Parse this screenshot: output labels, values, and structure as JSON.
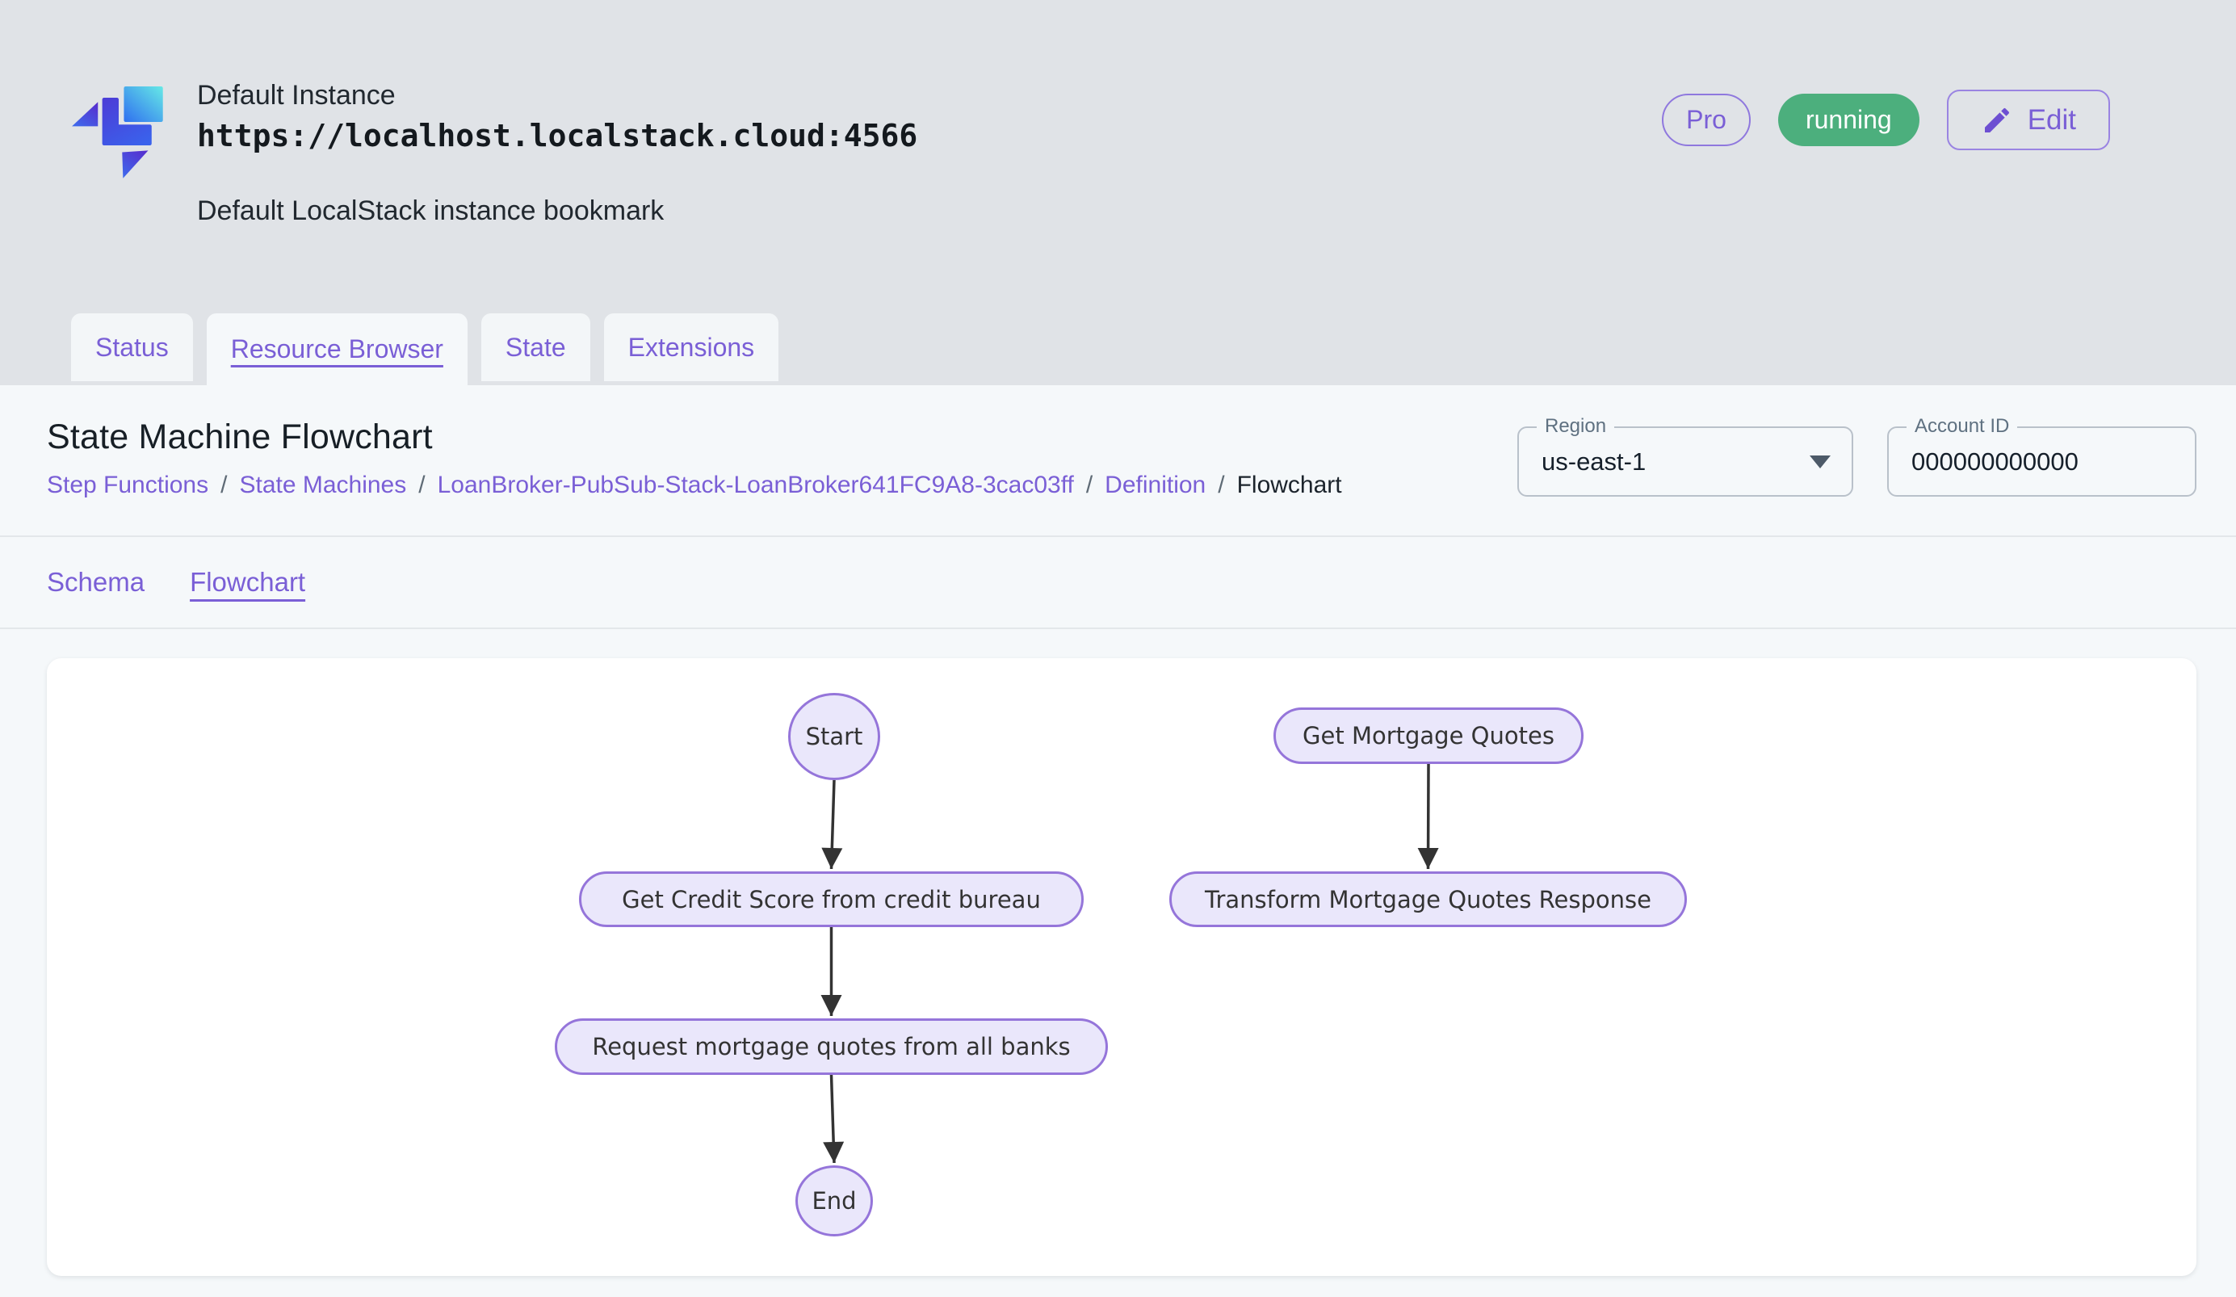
{
  "header": {
    "instance_name": "Default Instance",
    "instance_url": "https://localhost.localstack.cloud:4566",
    "instance_description": "Default LocalStack instance bookmark",
    "pro_badge": "Pro",
    "status_badge": "running",
    "edit_label": "Edit"
  },
  "tabs": [
    {
      "label": "Status",
      "active": false
    },
    {
      "label": "Resource Browser",
      "active": true
    },
    {
      "label": "State",
      "active": false
    },
    {
      "label": "Extensions",
      "active": false
    }
  ],
  "page": {
    "title": "State Machine Flowchart",
    "breadcrumb_separator": "/",
    "breadcrumb": [
      {
        "label": "Step Functions",
        "current": false
      },
      {
        "label": "State Machines",
        "current": false
      },
      {
        "label": "LoanBroker-PubSub-Stack-LoanBroker641FC9A8-3cac03ff",
        "current": false
      },
      {
        "label": "Definition",
        "current": false
      },
      {
        "label": "Flowchart",
        "current": true
      }
    ]
  },
  "fields": {
    "region": {
      "label": "Region",
      "value": "us-east-1"
    },
    "account_id": {
      "label": "Account ID",
      "value": "000000000000"
    }
  },
  "subtabs": [
    {
      "label": "Schema",
      "active": false
    },
    {
      "label": "Flowchart",
      "active": true
    }
  ],
  "chart_data": {
    "type": "flowchart",
    "nodes": [
      {
        "id": "start",
        "label": "Start",
        "shape": "ellipse"
      },
      {
        "id": "getquotes",
        "label": "Get Mortgage Quotes",
        "shape": "stadium"
      },
      {
        "id": "credit",
        "label": "Get Credit Score from credit bureau",
        "shape": "stadium"
      },
      {
        "id": "transform",
        "label": "Transform Mortgage Quotes Response",
        "shape": "stadium"
      },
      {
        "id": "request",
        "label": "Request mortgage quotes from all banks",
        "shape": "stadium"
      },
      {
        "id": "end",
        "label": "End",
        "shape": "ellipse"
      }
    ],
    "edges": [
      {
        "from": "start",
        "to": "credit"
      },
      {
        "from": "credit",
        "to": "request"
      },
      {
        "from": "request",
        "to": "end"
      },
      {
        "from": "getquotes",
        "to": "transform"
      }
    ]
  },
  "colors": {
    "accent_purple": "#7a5fd6",
    "status_green": "#4caf7d",
    "node_fill": "#eae7fb",
    "node_border": "#9575da",
    "arrow": "#333333",
    "header_bg": "#e0e3e7",
    "content_bg": "#f5f8fa"
  }
}
